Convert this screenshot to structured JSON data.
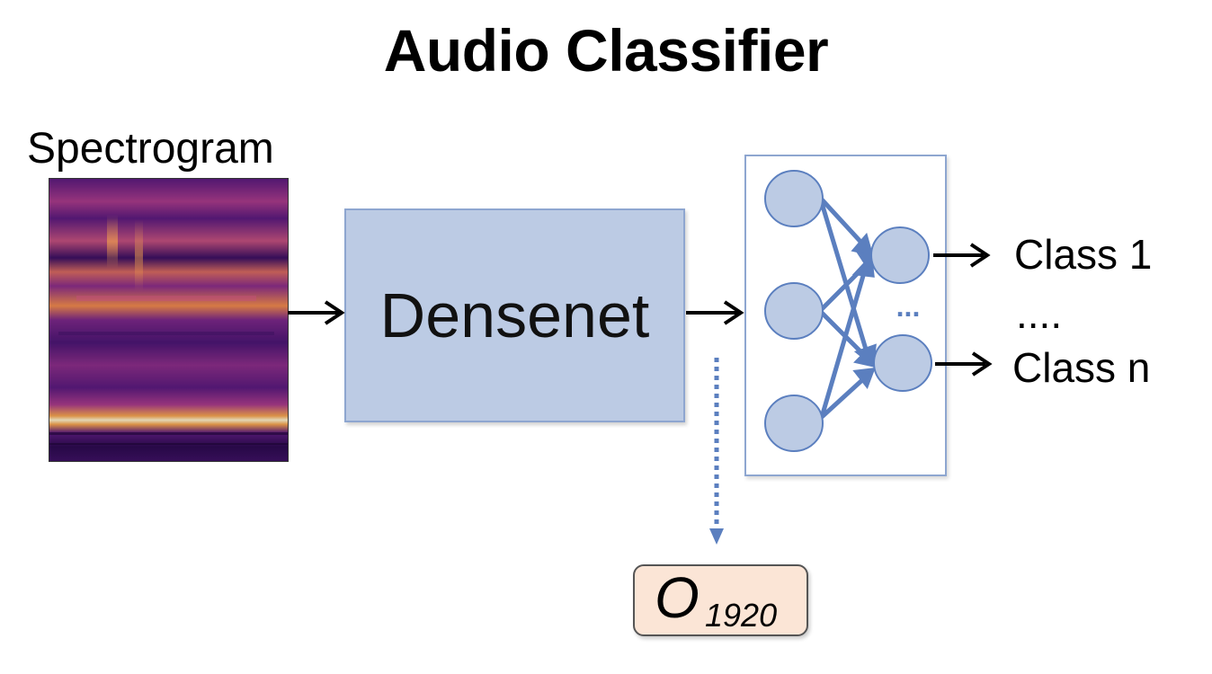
{
  "title": "Audio Classifier",
  "spectrogram": {
    "label": "Spectrogram"
  },
  "densenet": {
    "label": "Densenet"
  },
  "classifier": {
    "ellipsis": "...",
    "classes": [
      "Class 1",
      "....",
      "Class n"
    ]
  },
  "output": {
    "symbol": "O",
    "subscript": "1920"
  },
  "colors": {
    "densenet_fill": "#bccbe4",
    "node_fill": "#bccbe4",
    "edge": "#5b7fbf",
    "output_fill": "#fbe5d6"
  }
}
